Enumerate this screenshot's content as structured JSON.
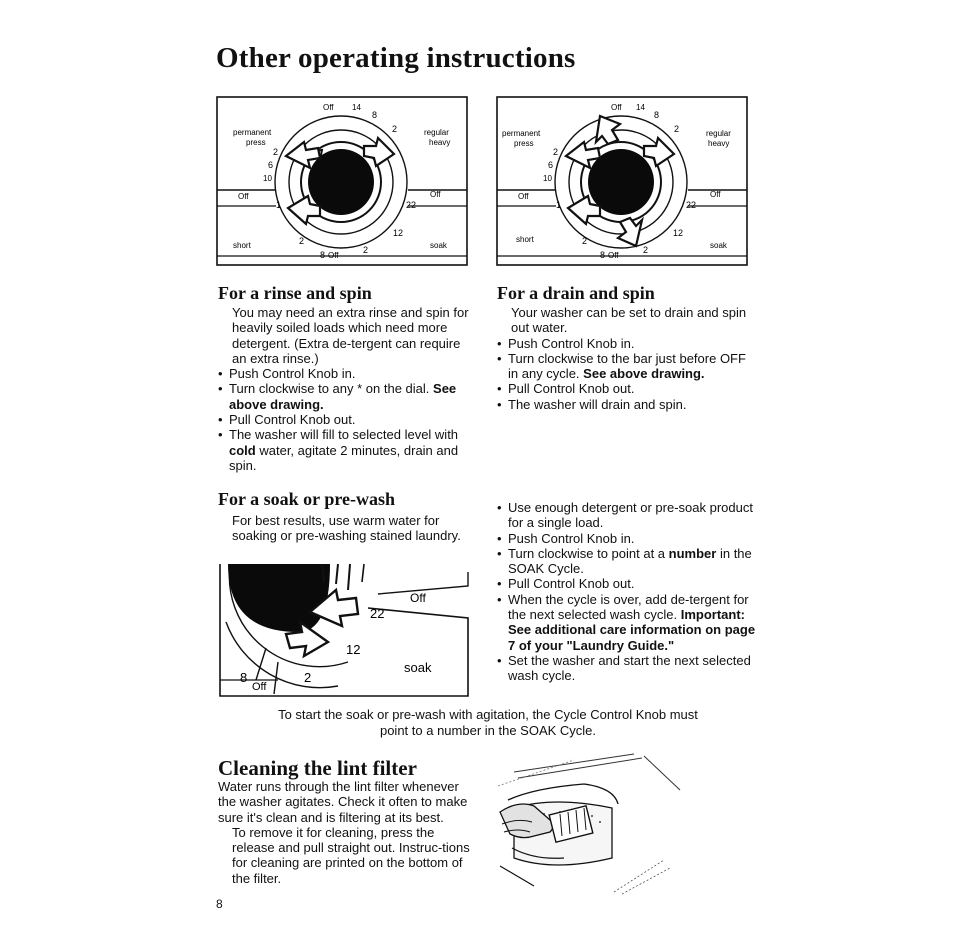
{
  "page_title": "Other operating instructions",
  "dial": {
    "left_top_label": "permanent press",
    "right_top_label": "regular heavy",
    "left_off": "Off",
    "right_off": "Off",
    "short": "short",
    "soak": "soak",
    "top_off": "Off",
    "bottom_off": "Off",
    "n14": "14",
    "n8": "8",
    "n2": "2",
    "n6": "6",
    "n10": "10",
    "n1": "1",
    "n22": "22",
    "n12": "12"
  },
  "rinse": {
    "heading": "For a rinse and spin",
    "intro": "You may need an extra rinse and spin for heavily soiled loads which need more detergent. (Extra de-tergent can require an extra rinse.)",
    "b1": "Push Control Knob in.",
    "b2_pre": "Turn clockwise to any * on the dial.",
    "b2_bold": "See above drawing.",
    "b3": "Pull Control Knob out.",
    "b4_pre": "The washer will fill to selected level with",
    "b4_bold": "cold",
    "b4_post": "water, agitate 2 minutes, drain and spin."
  },
  "drain": {
    "heading": "For a drain and spin",
    "intro": "Your washer can be set to drain and spin out water.",
    "b1": "Push Control Knob in.",
    "b2_pre": "Turn clockwise to the bar just before OFF in any cycle.",
    "b2_bold": "See above drawing.",
    "b3": "Pull Control Knob out.",
    "b4": "The washer will drain and spin."
  },
  "soak": {
    "heading": "For a soak or pre-wash",
    "intro": "For best results, use warm water for soaking or pre-washing stained laundry.",
    "dial_off": "Off",
    "dial_soak": "soak",
    "dial_22": "22",
    "dial_12": "12",
    "dial_8": "8",
    "dial_off2": "Off",
    "dial_2": "2",
    "b1": "Use enough detergent or pre-soak product for a single load.",
    "b2": "Push Control Knob in.",
    "b3_pre": "Turn clockwise to point at a",
    "b3_bold": "number",
    "b3_post": "in the SOAK Cycle.",
    "b4": "Pull Control Knob out.",
    "b5_pre": "When the cycle is over, add de-tergent for the next selected wash cycle.",
    "b5_bold": "Important: See additional care information on page 7 of your \"Laundry Guide.\"",
    "b6": "Set the washer and start the next selected wash cycle.",
    "footnote": "To start the soak or pre-wash with agitation, the Cycle Control Knob must point to a number in the SOAK Cycle."
  },
  "lint": {
    "heading": "Cleaning the lint filter",
    "p1": "Water runs through the lint filter whenever the washer agitates. Check it often to make sure it's clean and is filtering at its best.",
    "p2": "To remove it for cleaning, press the release and pull straight out. Instruc-tions for cleaning are printed on the bottom of the filter."
  },
  "page_number": "8"
}
